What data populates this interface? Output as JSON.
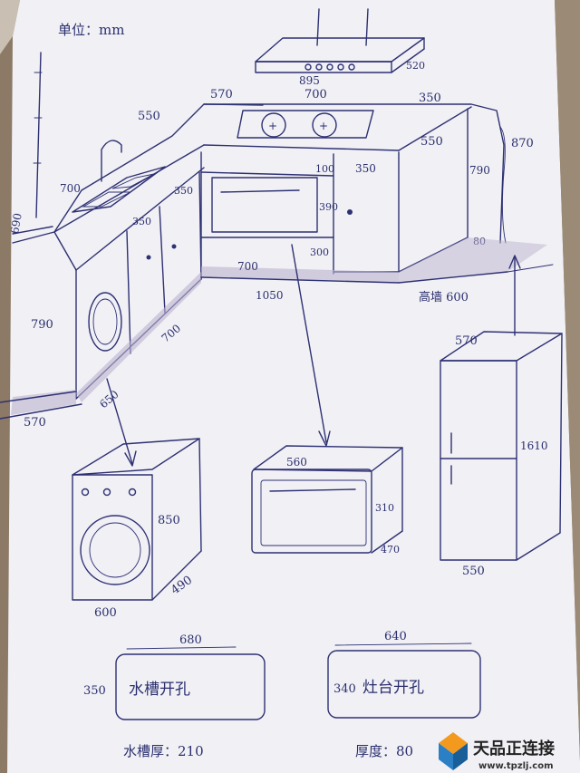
{
  "unit_label": "单位：mm",
  "range_hood": {
    "width": "895",
    "depth": "520"
  },
  "counter": {
    "left_depth": "550",
    "top_left": "570",
    "top_mid": "700",
    "top_right": "350",
    "right_depth": "550",
    "total_height": "870",
    "left_section_width": "700",
    "left_height": "690",
    "cab_350_a": "350",
    "cab_350_b": "350",
    "cab_350_c": "350",
    "oven_gap": "100",
    "oven_height": "390",
    "drawer_height": "300",
    "base_700": "700",
    "base_1050": "1050",
    "cab_790_right": "790",
    "plinth_80": "80",
    "wall_label": "高墙 600",
    "washer_790": "790",
    "left_700": "700",
    "washer_width_650": "650",
    "bottom_570": "570"
  },
  "washer": {
    "height": "850",
    "depth": "490",
    "width": "600"
  },
  "oven": {
    "width": "560",
    "height": "310",
    "depth": "470"
  },
  "fridge": {
    "top": "570",
    "height": "1610",
    "width": "550"
  },
  "sink_cutout": {
    "width": "680",
    "height": "350",
    "label": "水槽开孔",
    "thickness": "水槽厚：210"
  },
  "stove_cutout": {
    "width": "640",
    "height": "340",
    "label": "灶台开孔",
    "thickness": "厚度：80"
  },
  "watermark": {
    "name": "天品正连接",
    "url": "www.tpzlj.com"
  },
  "colors": {
    "paper": "#f1f0f5",
    "ink": "#2d3173",
    "wood": "#8c7a66"
  }
}
